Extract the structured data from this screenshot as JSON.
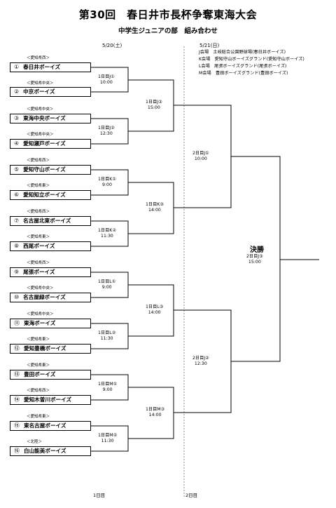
{
  "title": "第30回　春日井市長杯争奪東海大会",
  "subtitle": "中学生ジュニアの部　組み合わせ",
  "day1_date": "5/20(土)",
  "day2_date": "5/21(日)",
  "venues": [
    "J会場　土岐総合公園野球場(春日井ボーイズ)",
    "K会場　愛知守山ボーイズグランド(愛知守山ボーイズ)",
    "L会場　尾張ボーイズグランド(尾張ボーイズ)",
    "M会場　豊田ボーイズグランド(豊田ボーイズ)"
  ],
  "teams": [
    {
      "num": "①",
      "name": "春日井ボーイズ",
      "region": "＜愛知県西＞"
    },
    {
      "num": "②",
      "name": "中京ボーイズ",
      "region": "＜愛知県中央＞"
    },
    {
      "num": "③",
      "name": "東海中央ボーイズ",
      "region": "＜愛知県中央＞"
    },
    {
      "num": "④",
      "name": "愛知瀬戸ボーイズ",
      "region": "＜愛知県中央＞"
    },
    {
      "num": "⑤",
      "name": "愛知守山ボーイズ",
      "region": "＜愛知県西＞"
    },
    {
      "num": "⑥",
      "name": "愛知知立ボーイズ",
      "region": "＜愛知県東＞"
    },
    {
      "num": "⑦",
      "name": "名古屋北東ボーイズ",
      "region": "＜愛知県西＞"
    },
    {
      "num": "⑧",
      "name": "西尾ボーイズ",
      "region": "＜愛知県東＞"
    },
    {
      "num": "⑨",
      "name": "尾張ボーイズ",
      "region": "＜愛知県西＞"
    },
    {
      "num": "⑩",
      "name": "名古屋緑ボーイズ",
      "region": "＜愛知県中央＞"
    },
    {
      "num": "⑪",
      "name": "東海ボーイズ",
      "region": "＜愛知県中央＞"
    },
    {
      "num": "⑫",
      "name": "愛知豊橋ボーイズ",
      "region": "＜愛知県東＞"
    },
    {
      "num": "⑬",
      "name": "豊田ボーイズ",
      "region": "＜愛知県東＞"
    },
    {
      "num": "⑭",
      "name": "愛知木曽川ボーイズ",
      "region": "＜愛知県西＞"
    },
    {
      "num": "⑮",
      "name": "東名古屋ボーイズ",
      "region": "＜愛知県東＞"
    },
    {
      "num": "⑯",
      "name": "白山能美ボーイズ",
      "region": "＜北陸＞"
    }
  ],
  "round1": [
    {
      "label": "1日目J①",
      "time": "10:00"
    },
    {
      "label": "1日目J②",
      "time": "12:30"
    },
    {
      "label": "1日目K①",
      "time": "9:00"
    },
    {
      "label": "1日目K②",
      "time": "11:30"
    },
    {
      "label": "1日目L①",
      "time": "9:00"
    },
    {
      "label": "1日目L②",
      "time": "11:30"
    },
    {
      "label": "1日目M①",
      "time": "9:00"
    },
    {
      "label": "1日目M②",
      "time": "11:30"
    }
  ],
  "round2": [
    {
      "label": "1日目J③",
      "time": "15:00"
    },
    {
      "label": "1日目K③",
      "time": "14:00"
    },
    {
      "label": "1日目L③",
      "time": "14:00"
    },
    {
      "label": "1日目M③",
      "time": "14:00"
    }
  ],
  "semis": [
    {
      "label": "2日目J①",
      "time": "10:00"
    },
    {
      "label": "2日目J②",
      "time": "12:30"
    }
  ],
  "final": {
    "title": "決勝",
    "label": "2日目J③",
    "time": "15:00"
  },
  "footer": {
    "day1": "1日目",
    "day2": "2日目"
  }
}
